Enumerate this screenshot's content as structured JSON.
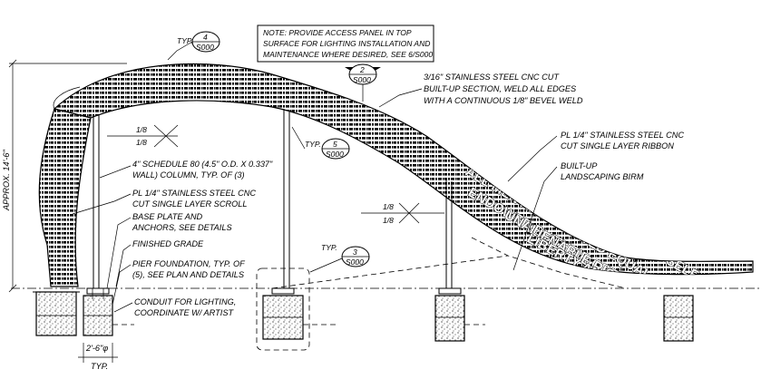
{
  "note": {
    "lines": [
      "NOTE: PROVIDE ACCESS PANEL IN TOP",
      "SURFACE FOR LIGHTING INSTALLATION AND",
      "MAINTENANCE WHERE DESIRED, SEE 6/S000"
    ]
  },
  "tags": {
    "typ_label": "TYP.",
    "tag4": {
      "num": "4",
      "sheet": "S000"
    },
    "tag2": {
      "num": "2",
      "sheet": "S000"
    },
    "tag5": {
      "num": "5",
      "sheet": "S000"
    },
    "tag3": {
      "num": "3",
      "sheet": "S000"
    }
  },
  "labels": {
    "built_up": [
      "3/16\" STAINLESS STEEL CNC CUT",
      "BUILT-UP SECTION, WELD ALL EDGES",
      "WITH A CONTINUOUS 1/8\" BEVEL WELD"
    ],
    "ribbon": [
      "PL 1/4\" STAINLESS STEEL CNC",
      "CUT SINGLE LAYER RIBBON"
    ],
    "birm": [
      "BUILT-UP",
      "LANDSCAPING BIRM"
    ],
    "column": [
      "4\" SCHEDULE 80 (4.5\" O.D. X 0.337\"",
      "WALL) COLUMN, TYP. OF (3)"
    ],
    "scroll": [
      "PL 1/4\" STAINLESS STEEL CNC",
      "CUT SINGLE LAYER SCROLL"
    ],
    "base_plate": [
      "BASE PLATE AND",
      "ANCHORS, SEE DETAILS"
    ],
    "finished_grade": "FINISHED GRADE",
    "pier": [
      "PIER FOUNDATION, TYP. OF",
      "(5), SEE PLAN AND DETAILS"
    ],
    "conduit": [
      "CONDUIT FOR LIGHTING,",
      "COORDINATE W/ ARTIST"
    ],
    "height": "APPROX. 14'-6\"",
    "dim_width": "2'-6\"φ",
    "dim_typ": "TYP.",
    "slope1": {
      "top": "1/8",
      "bottom": "1/8"
    },
    "slope2": {
      "top": "1/8",
      "bottom": "1/8"
    }
  },
  "sculpture_text": {
    "line1": "WE HOLD THESE TRUTHS TO BE SELF EVIDENT, THAT",
    "line2": "ALL MEN ARE CREATED EQUAL, THAT THEY",
    "line3": "ENDOWED BY THEIR CREATOR",
    "line4": "UNALIENABLE RIGHTS",
    "line5": "LIBERTY AND"
  }
}
